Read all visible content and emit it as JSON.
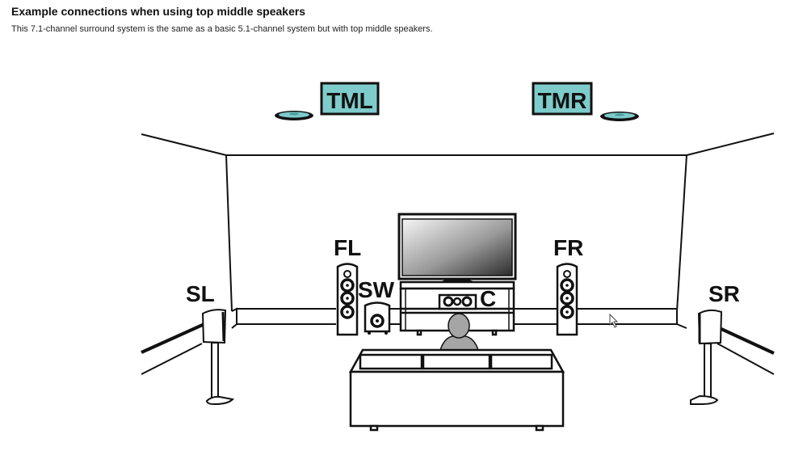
{
  "page": {
    "heading": "Example connections when using top middle speakers",
    "description": "This 7.1-channel surround system is the same as a basic 5.1-channel system but with top middle speakers."
  },
  "diagram": {
    "speakers": {
      "TML": "TML",
      "TMR": "TMR",
      "FL": "FL",
      "FR": "FR",
      "C": "C",
      "SW": "SW",
      "SL": "SL",
      "SR": "SR"
    },
    "colors": {
      "top_label_fill": "#7ecbcb",
      "line": "#111111",
      "person": "#a5a5a5",
      "tv_dark": "#333333",
      "tv_light": "#f2f2f2"
    }
  }
}
